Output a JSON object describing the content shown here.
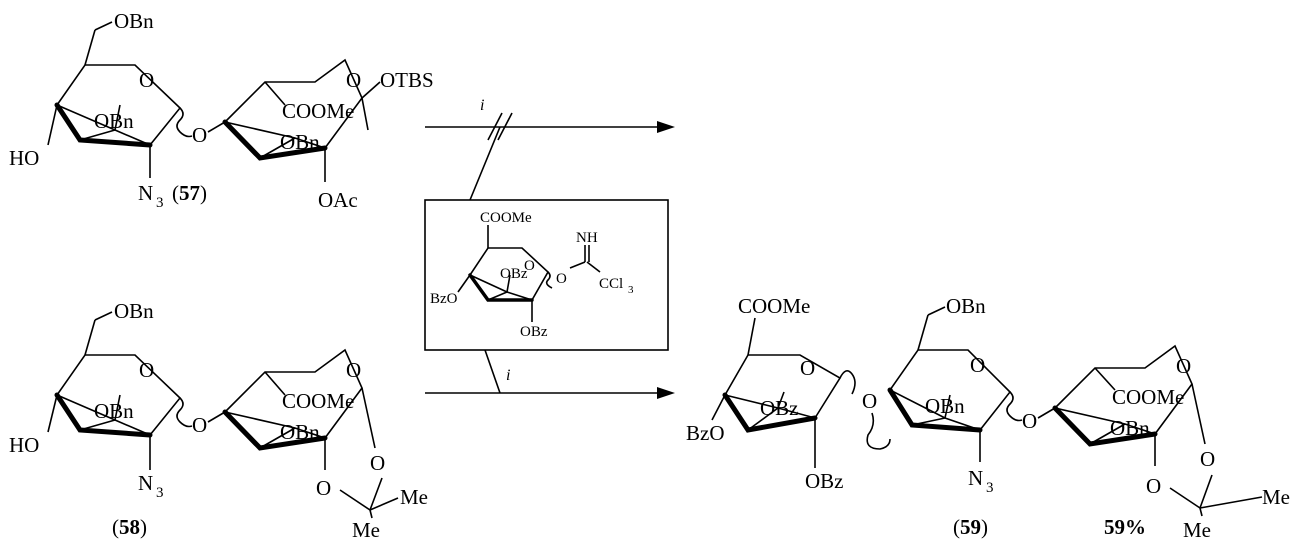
{
  "compounds": {
    "c57": {
      "num": "57",
      "sub": [
        "OBn",
        "O",
        "O",
        "OTBS",
        "COOMe",
        "OBn",
        "OBn",
        "HO",
        "N",
        "3",
        "OAc",
        "O"
      ]
    },
    "c58": {
      "num": "58",
      "sub": [
        "OBn",
        "O",
        "O",
        "COOMe",
        "OBn",
        "OBn",
        "HO",
        "N",
        "3",
        "O",
        "O",
        "Me",
        "Me",
        "O"
      ]
    },
    "c59": {
      "num": "59",
      "yield": "59%",
      "sub": [
        "COOMe",
        "O",
        "BzO",
        "OBz",
        "OBz",
        "O",
        "OBn",
        "O",
        "OBn",
        "N",
        "3",
        "O",
        "COOMe",
        "O",
        "OBn",
        "O",
        "O",
        "Me",
        "Me"
      ]
    }
  },
  "donor": {
    "sub": [
      "COOMe",
      "O",
      "NH",
      "O",
      "CCl",
      "3",
      "BzO",
      "OBz",
      "OBz"
    ]
  },
  "reagents": {
    "top": "i",
    "bottom": "i"
  }
}
